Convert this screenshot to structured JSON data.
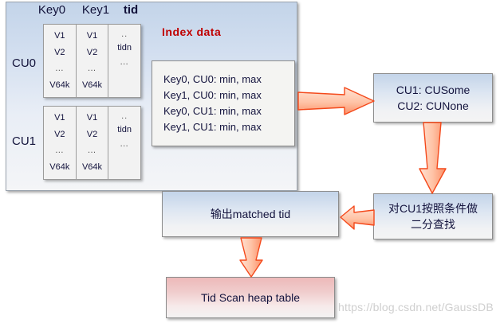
{
  "diagram": {
    "title_label": "Index data",
    "columns": [
      {
        "label": "Key0",
        "bold": false
      },
      {
        "label": "Key1",
        "bold": false
      },
      {
        "label": "tid",
        "bold": true
      }
    ],
    "cu_blocks": [
      {
        "label": "CU0",
        "columns": [
          {
            "cells": [
              "V1",
              "V2",
              "…",
              "V64k"
            ]
          },
          {
            "cells": [
              "V1",
              "V2",
              "…",
              "V64k"
            ]
          },
          {
            "cells": [
              "..",
              "tidn",
              "…",
              ""
            ]
          }
        ]
      },
      {
        "label": "CU1",
        "columns": [
          {
            "cells": [
              "V1",
              "V2",
              "…",
              "V64k"
            ]
          },
          {
            "cells": [
              "V1",
              "V2",
              "…",
              "V64k"
            ]
          },
          {
            "cells": [
              "..",
              "tidn",
              "…",
              ""
            ]
          }
        ]
      }
    ],
    "minmax_box": {
      "lines": [
        "Key0, CU0: min, max",
        "Key1, CU0: min, max",
        "Key0, CU1: min, max",
        "Key1, CU1: min, max"
      ]
    },
    "boxes": {
      "cu_result": {
        "lines": [
          "CU1: CUSome",
          "CU2: CUNone"
        ]
      },
      "binary_search": {
        "lines": [
          "对CU1按照条件做",
          "二分查找"
        ]
      },
      "matched_tid": {
        "lines": [
          "输出matched  tid"
        ]
      },
      "tid_scan": {
        "lines": [
          "Tid Scan heap table"
        ]
      }
    },
    "watermark": "https://blog.csdn.net/GaussDB",
    "colors": {
      "panel_top": "#c3d4e9",
      "panel_bottom": "#f4f5f7",
      "title_red": "#c00000",
      "arrow_fill": "#ffd0b8",
      "arrow_stroke": "#f4491b",
      "pink_box": "#edb9b9",
      "text": "#13133d",
      "watermark": "#cfcfcf"
    }
  }
}
